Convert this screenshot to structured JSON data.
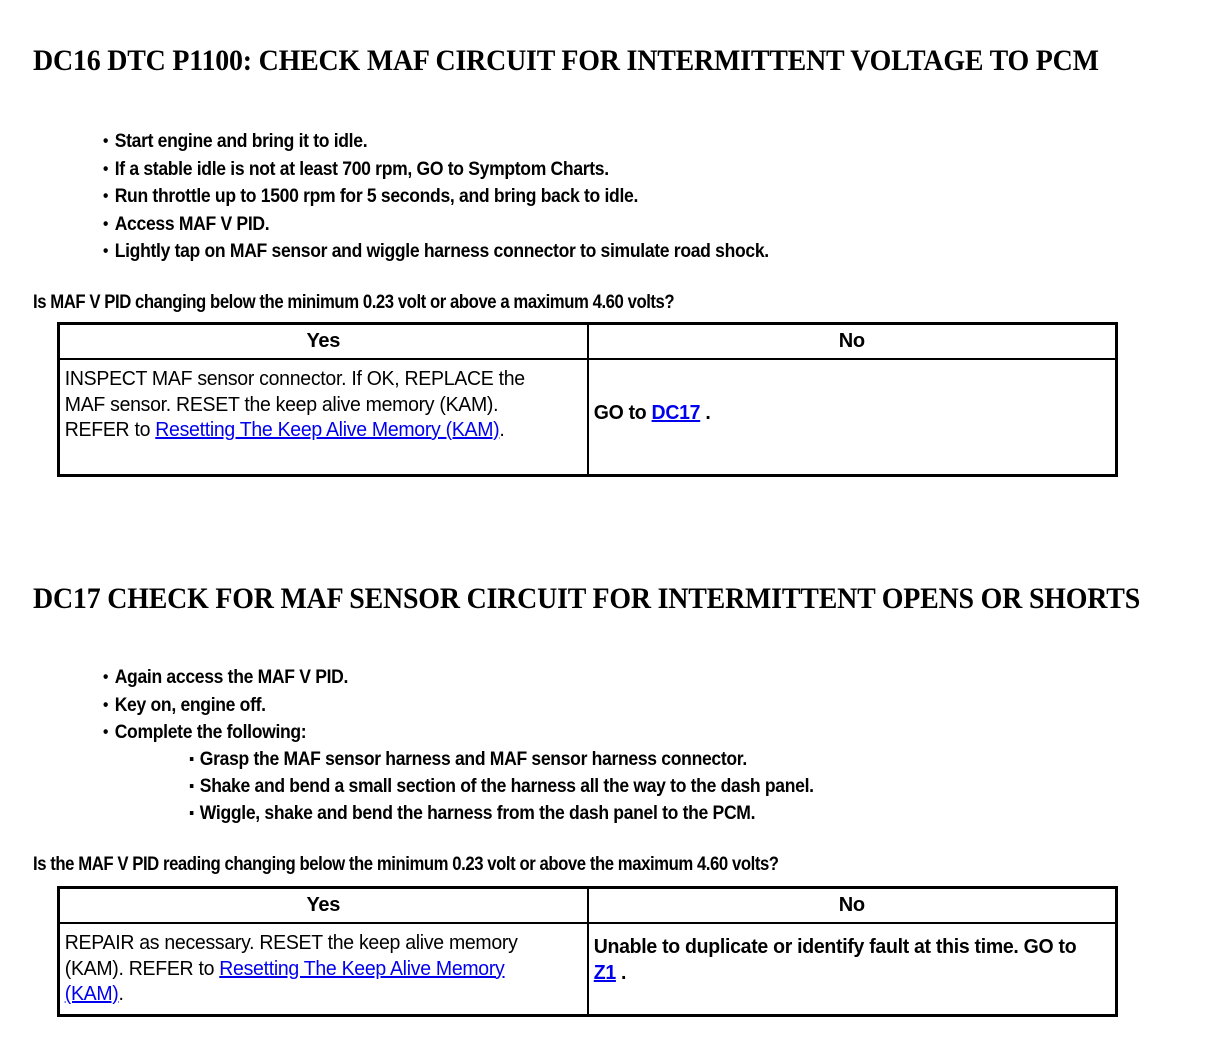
{
  "document": {
    "type": "service-manual-diagnostic-procedure",
    "background_color": "#ffffff",
    "text_color": "#000000"
  },
  "sections": [
    {
      "id": "dc16",
      "heading": "DC16 DTC P1100: CHECK MAF CIRCUIT FOR INTERMITTENT VOLTAGE TO PCM",
      "steps": [
        "Start engine and bring it to idle.",
        "If a stable idle is not at least 700 rpm, GO to Symptom Charts.",
        "Run throttle up to 1500 rpm for 5 seconds, and bring back to idle.",
        "Access MAF V PID.",
        "Lightly tap on MAF sensor and wiggle harness connector to simulate road shock."
      ],
      "question": "Is MAF V PID changing below the minimum 0.23 volt or above a maximum 4.60 volts?",
      "table": {
        "headers": [
          "Yes",
          "No"
        ],
        "yes_cell": {
          "text_before_link": "INSPECT MAF sensor connector. If OK, REPLACE the MAF sensor. RESET the keep alive memory (KAM). REFER to ",
          "link": "Resetting The Keep Alive Memory (KAM)",
          "text_after_link": "."
        },
        "no_cell": {
          "text_before_link": "GO to ",
          "link": "DC17",
          "text_after_link": " ."
        }
      }
    },
    {
      "id": "dc17",
      "heading": "DC17 CHECK FOR MAF SENSOR CIRCUIT FOR INTERMITTENT OPENS OR SHORTS",
      "steps": [
        "Again access the MAF V PID.",
        "Key on, engine off.",
        "Complete the following:"
      ],
      "substeps": [
        "Grasp the MAF sensor harness and MAF sensor harness connector.",
        "Shake and bend a small section of the harness all the way to the dash panel.",
        "Wiggle, shake and bend the harness from the dash panel to the PCM."
      ],
      "question": "Is the MAF V PID reading changing below the minimum 0.23 volt or above the maximum 4.60 volts?",
      "table": {
        "headers": [
          "Yes",
          "No"
        ],
        "yes_cell": {
          "text_before_link": "REPAIR as necessary. RESET the keep alive memory (KAM). REFER to ",
          "link": "Resetting The Keep Alive Memory (KAM)",
          "text_after_link": "."
        },
        "no_cell": {
          "text_before_link": "Unable to duplicate or identify fault at this time. GO to ",
          "link": "Z1",
          "text_after_link": " ."
        }
      }
    }
  ]
}
